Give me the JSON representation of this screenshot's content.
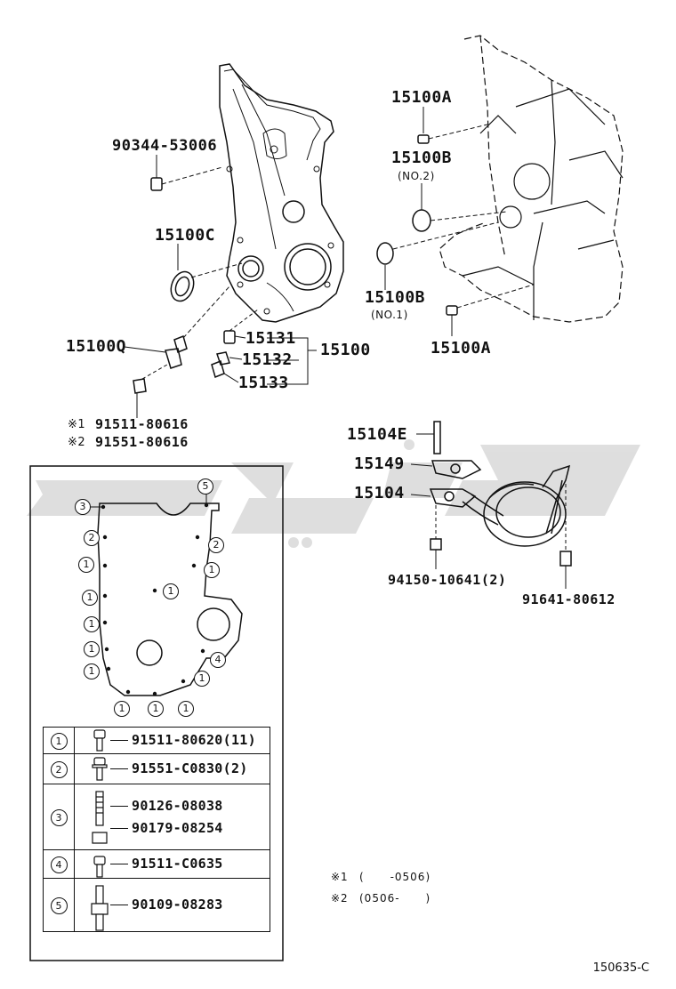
{
  "labels": {
    "p90344": "90344-53006",
    "p15100C": "15100C",
    "p15100Q": "15100Q",
    "p15131": "15131",
    "p15132": "15132",
    "p15133": "15133",
    "p15100": "15100",
    "p15100A_top": "15100A",
    "p15100B_top": "15100B",
    "no2": "(NO.2)",
    "p15100B_bot": "15100B",
    "no1": "(NO.1)",
    "p15100A_bot": "15100A",
    "note1_mark": "※1",
    "note1_part": "91511-80616",
    "note2_mark": "※2",
    "note2_part": "91551-80616",
    "p15104E": "15104E",
    "p15149": "15149",
    "p15104": "15104",
    "p94150": "94150-10641(2)",
    "p91641": "91641-80612"
  },
  "bolt_markers": {
    "m1": "1",
    "m2": "2",
    "m3": "3",
    "m4": "4",
    "m5": "5"
  },
  "legend": [
    {
      "num": "1",
      "parts": [
        "91511-80620(11)"
      ]
    },
    {
      "num": "2",
      "parts": [
        "91551-C0830(2)"
      ]
    },
    {
      "num": "3",
      "parts": [
        "90126-08038",
        "90179-08254"
      ]
    },
    {
      "num": "4",
      "parts": [
        "91511-C0635"
      ]
    },
    {
      "num": "5",
      "parts": [
        "90109-08283"
      ]
    }
  ],
  "notes": {
    "n1_mark": "※1",
    "n1_text": "(      -0506)",
    "n2_mark": "※2",
    "n2_text": "(0506-      )"
  },
  "figure_code": "150635-C"
}
